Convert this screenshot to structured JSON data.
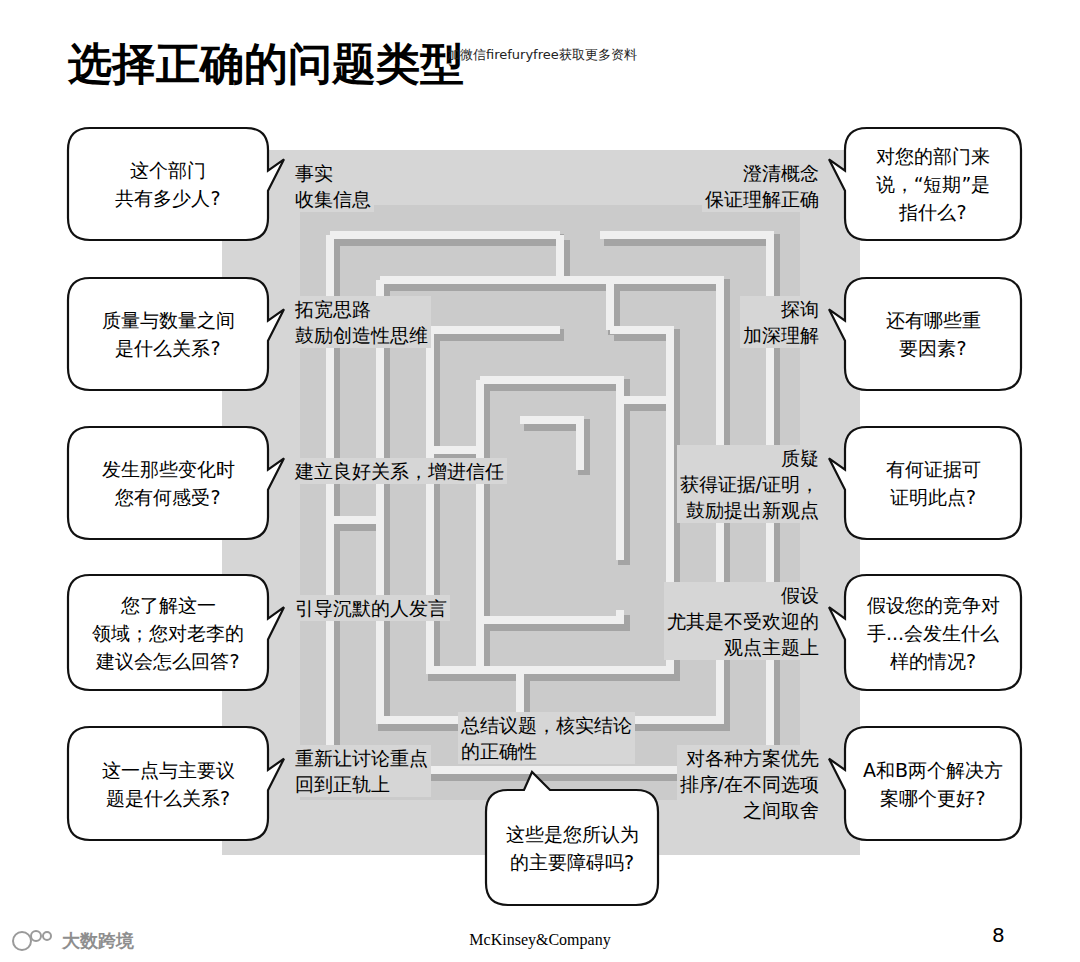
{
  "diagram": {
    "title": "选择正确的问题类型",
    "nodes": [
      {
        "text": [
          "这个部门 共有多少人?"
        ]
      },
      {
        "text": [
          "对您的部门来 说，“短期”是 指什么?"
        ]
      },
      {
        "text": [
          "质量与数量之间 是什么关系?"
        ]
      },
      {
        "text": [
          "还有哪些重 要因素?"
        ]
      },
      {
        "text": [
          "发生那些变化时 您有何感受?"
        ]
      },
      {
        "text": [
          "有何证据可 证明此点?"
        ]
      },
      {
        "text": [
          "您了解这一 领域；您对老李的 建议会怎么回答?"
        ]
      },
      {
        "text": [
          "假设您的竞争对 手...会发生什么 样的情况?"
        ]
      },
      {
        "text": [
          "这一点与主要议 题是什么关系?"
        ]
      },
      {
        "text": [
          "A和B两个解决方 案哪个更好?"
        ]
      },
      {
        "text": [
          "这些是您所认为 的主要障碍吗?"
        ]
      }
    ],
    "labels": [
      "加微信firefuryfree获取更多资料",
      "事实 收集信息",
      "澄清概念 保证理解正确",
      "拓宽思路 鼓励创造性思维",
      "探询 加深理解",
      "建立良好关系，增进信任",
      "质疑 获得证据/证明， 鼓励提出新观点",
      "引导沉默的人发言",
      "假设 尤其是不受欢迎的 观点主题上",
      "总结议题，核实结论 的正确性",
      "重新让讨论重点 回到正轨上",
      "对各种方案优先 排序/在不同选项 之间取舍",
      "大数跨境",
      "McKinsey&Company",
      "8"
    ]
  }
}
